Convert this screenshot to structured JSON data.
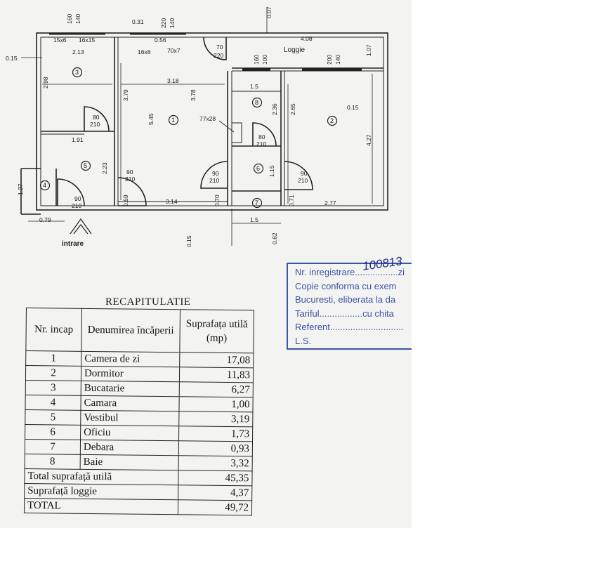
{
  "plan": {
    "dims": {
      "d160": "160",
      "d140a": "140",
      "d031": "0.31",
      "d220": "220",
      "d140b": "140",
      "d007": "0.07",
      "d15x6": "15x6",
      "d16x15": "16x15",
      "d056": "0.56",
      "d408": "4.08",
      "d015a": "0.15",
      "d213": "2.13",
      "d16x8": "16x8",
      "d70x7": "70x7",
      "d70": "70",
      "d220b": "220",
      "d107": "1.07",
      "d160b": "160",
      "d100": "100",
      "d200": "200",
      "d140c": "140",
      "d298": "2.98",
      "d318": "3.18",
      "d15": "1.5",
      "d379": "3.79",
      "d378": "3.78",
      "d236": "2.36",
      "d265": "2.65",
      "d015b": "0.15",
      "d80a": "80",
      "d210a": "210",
      "d545": "5.45",
      "d77x28": "77x28",
      "d427": "4.27",
      "d80b": "80",
      "d210b": "210",
      "d191": "1.91",
      "d223": "2.23",
      "d115": "1.15",
      "d90a": "90",
      "d210c": "210",
      "d90b": "90",
      "d210d": "210",
      "d90c": "90",
      "d210e": "210",
      "d127": "1.27",
      "d059": "0.59",
      "d314": "3.14",
      "d070": "0.70",
      "d071": "0.71",
      "d277": "2.77",
      "d90d": "90",
      "d210f": "210",
      "d079": "0.79",
      "d15b": "1.5",
      "d015c": "0.15",
      "d062": "0.62"
    },
    "loggie_label": "Loggie",
    "entrance_label": "intrare",
    "rooms": {
      "r1": "1",
      "r2": "2",
      "r3": "3",
      "r4": "4",
      "r5": "5",
      "r6": "6",
      "r7": "7",
      "r8": "8"
    }
  },
  "recap": {
    "title": "RECAPITULATIE",
    "headers": {
      "nr": "Nr. incap",
      "name": "Denumirea încăperii",
      "area": "Suprafața utilă (mp)"
    },
    "rows": [
      {
        "nr": "1",
        "name": "Camera de zi",
        "area": "17,08"
      },
      {
        "nr": "2",
        "name": "Dormitor",
        "area": "11,83"
      },
      {
        "nr": "3",
        "name": "Bucatarie",
        "area": "6,27"
      },
      {
        "nr": "4",
        "name": "Camara",
        "area": "1,00"
      },
      {
        "nr": "5",
        "name": "Vestibul",
        "area": "3,19"
      },
      {
        "nr": "6",
        "name": "Oficiu",
        "area": "1,73"
      },
      {
        "nr": "7",
        "name": "Debara",
        "area": "0,93"
      },
      {
        "nr": "8",
        "name": "Baie",
        "area": "3,32"
      }
    ],
    "totals": [
      {
        "label": "Total suprafață utilă",
        "area": "45,35"
      },
      {
        "label": "Suprafață loggie",
        "area": "4,37"
      },
      {
        "label": "TOTAL",
        "area": "49,72"
      }
    ]
  },
  "stamp": {
    "lines": [
      "Nr. inregistrare.................zi",
      "Copie conforma cu exem",
      "Bucuresti, eliberata la da",
      "Tariful.................cu chita",
      "Referent.............................",
      "L.S."
    ],
    "handwritten": "100813"
  },
  "colors": {
    "stamp": "#3c55a6",
    "ink": "#1a1a1a",
    "paper": "#f3f3f1"
  }
}
